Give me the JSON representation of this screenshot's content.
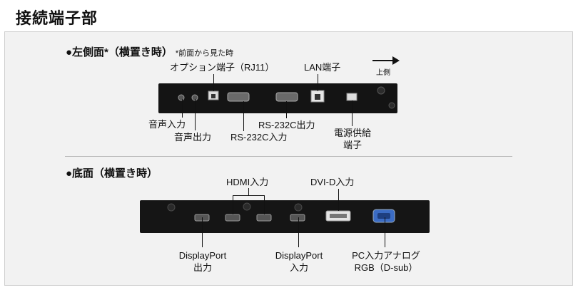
{
  "page_title": "接続端子部",
  "side": {
    "heading": "●左側面*（横置き時）",
    "note": "*前面から見た時",
    "direction_label": "上側",
    "labels": {
      "option": "オプション端子（RJ11）",
      "lan": "LAN端子",
      "audio_in": "音声入力",
      "audio_out": "音声出力",
      "rs232_in": "RS-232C入力",
      "rs232_out": "RS-232C出力",
      "power_line1": "電源供給",
      "power_line2": "端子"
    }
  },
  "bottom": {
    "heading": "●底面（横置き時）",
    "labels": {
      "hdmi": "HDMI入力",
      "dvi": "DVI-D入力",
      "dp_out_line1": "DisplayPort",
      "dp_out_line2": "出力",
      "dp_in_line1": "DisplayPort",
      "dp_in_line2": "入力",
      "pc_line1": "PC入力アナログ",
      "pc_line2": "RGB（D-sub）"
    }
  },
  "colors": {
    "panel": "#f2f2f2",
    "device": "#141414",
    "vga": "#3b6cc4"
  }
}
